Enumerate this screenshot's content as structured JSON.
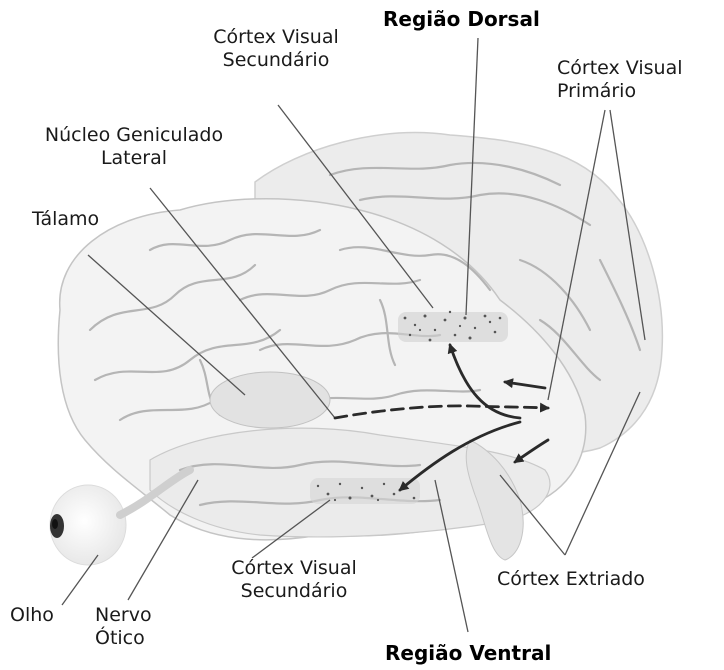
{
  "labels": {
    "regiao_dorsal": "Região Dorsal",
    "regiao_ventral": "Região Ventral",
    "cortex_visual_secundario_top": [
      "Córtex Visual",
      "Secundário"
    ],
    "cortex_visual_primario": [
      "Córtex Visual",
      "Primário"
    ],
    "nucleo_geniculado_lateral": [
      "Núcleo Geniculado",
      "Lateral"
    ],
    "talamo": "Tálamo",
    "cortex_visual_secundario_bottom": [
      "Córtex Visual",
      "Secundário"
    ],
    "cortex_extriado": "Córtex Extriado",
    "olho": "Olho",
    "nervo_otico": [
      "Nervo",
      "Ótico"
    ]
  },
  "colors": {
    "brain_fill": "#f2f2f2",
    "brain_shade": "#d9d9d9",
    "sulci": "#b3b3b3",
    "leader_lines": "#555555",
    "arrows": "#2a2a2a",
    "text": "#1a1a1a"
  }
}
